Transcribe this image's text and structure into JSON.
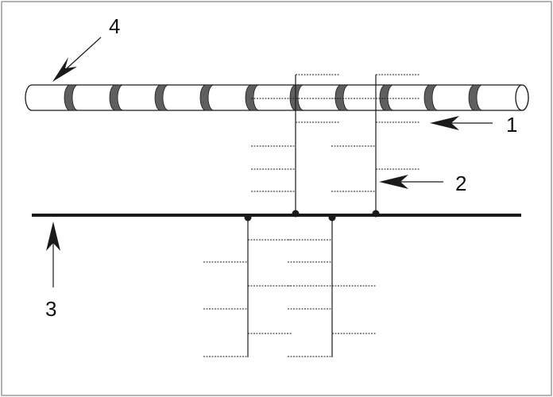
{
  "diagram": {
    "colors": {
      "stroke": "#1a1a1a",
      "band": "#5f5f5f",
      "tube_fill": "#ffffff",
      "frame": "#9a9a9a"
    },
    "callouts": [
      {
        "id": "1",
        "label": "1"
      },
      {
        "id": "2",
        "label": "2"
      },
      {
        "id": "3",
        "label": "3"
      },
      {
        "id": "4",
        "label": "4"
      }
    ]
  }
}
